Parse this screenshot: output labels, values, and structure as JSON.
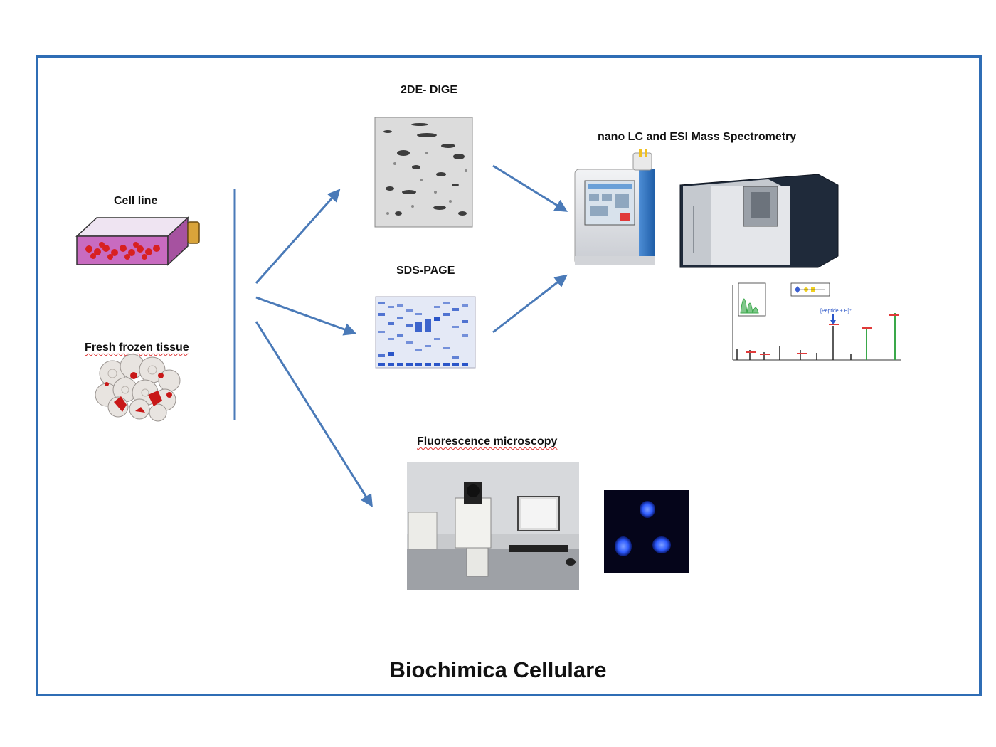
{
  "labels": {
    "cell_line": "Cell line",
    "fresh_frozen": "Fresh frozen tissue",
    "dige": "2DE- DIGE",
    "sds_page": "SDS-PAGE",
    "ms": "nano LC and ESI Mass Spectrometry",
    "fluorescence": "Fluorescence microscopy"
  },
  "title": "Biochimica Cellulare",
  "spectrum": {
    "peptide_label": "[Peptide + H]⁺"
  },
  "colors": {
    "frame": "#2f6db5",
    "arrow": "#4a7ab8",
    "gel_blue": "#2a55c8",
    "spectrum_green": "#3aa84a",
    "nucleus_blue": "#2f5cff"
  }
}
